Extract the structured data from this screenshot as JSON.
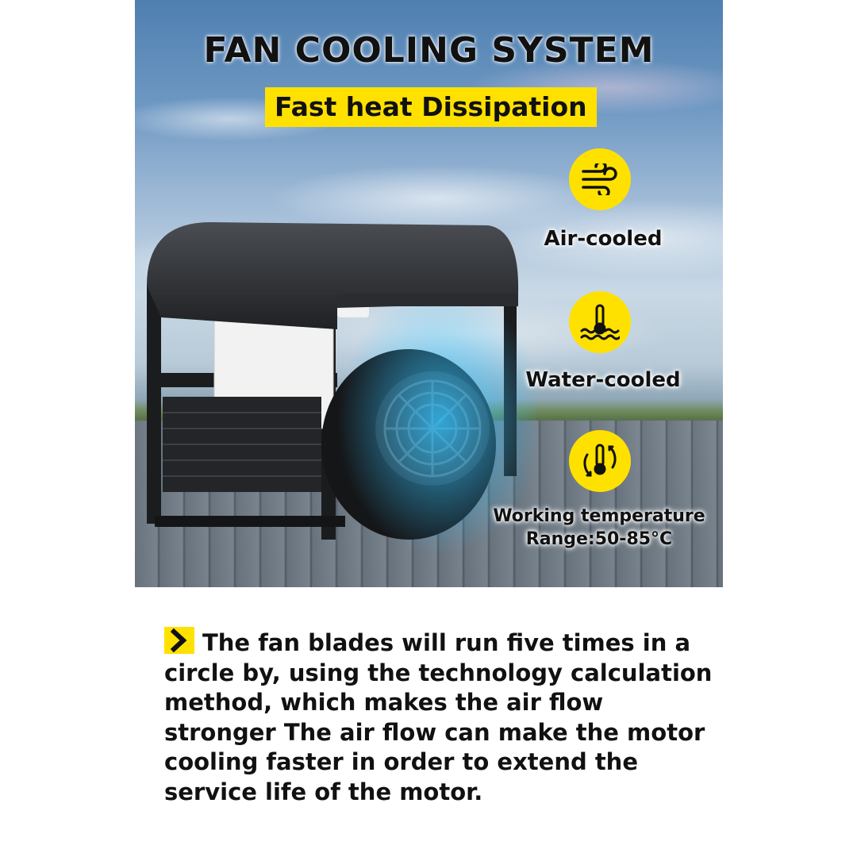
{
  "hero": {
    "title": "FAN COOLING SYSTEM",
    "subtitle": "Fast heat Dissipation"
  },
  "features": [
    {
      "icon": "wind-icon",
      "label": "Air-cooled"
    },
    {
      "icon": "water-temperature-icon",
      "label": "Water-cooled"
    },
    {
      "icon": "thermometer-cycle-icon",
      "label_line1": "Working temperature",
      "label_line2": "Range:50-85°C"
    }
  ],
  "description": {
    "icon": "chevron-right-icon",
    "text": "The fan blades will run five times in a circle by, using the technology calculation method, which makes the air flow stronger The air flow can make the motor cooling faster in order to extend the service life of the motor."
  },
  "colors": {
    "accent": "#ffe100",
    "text": "#111111"
  }
}
